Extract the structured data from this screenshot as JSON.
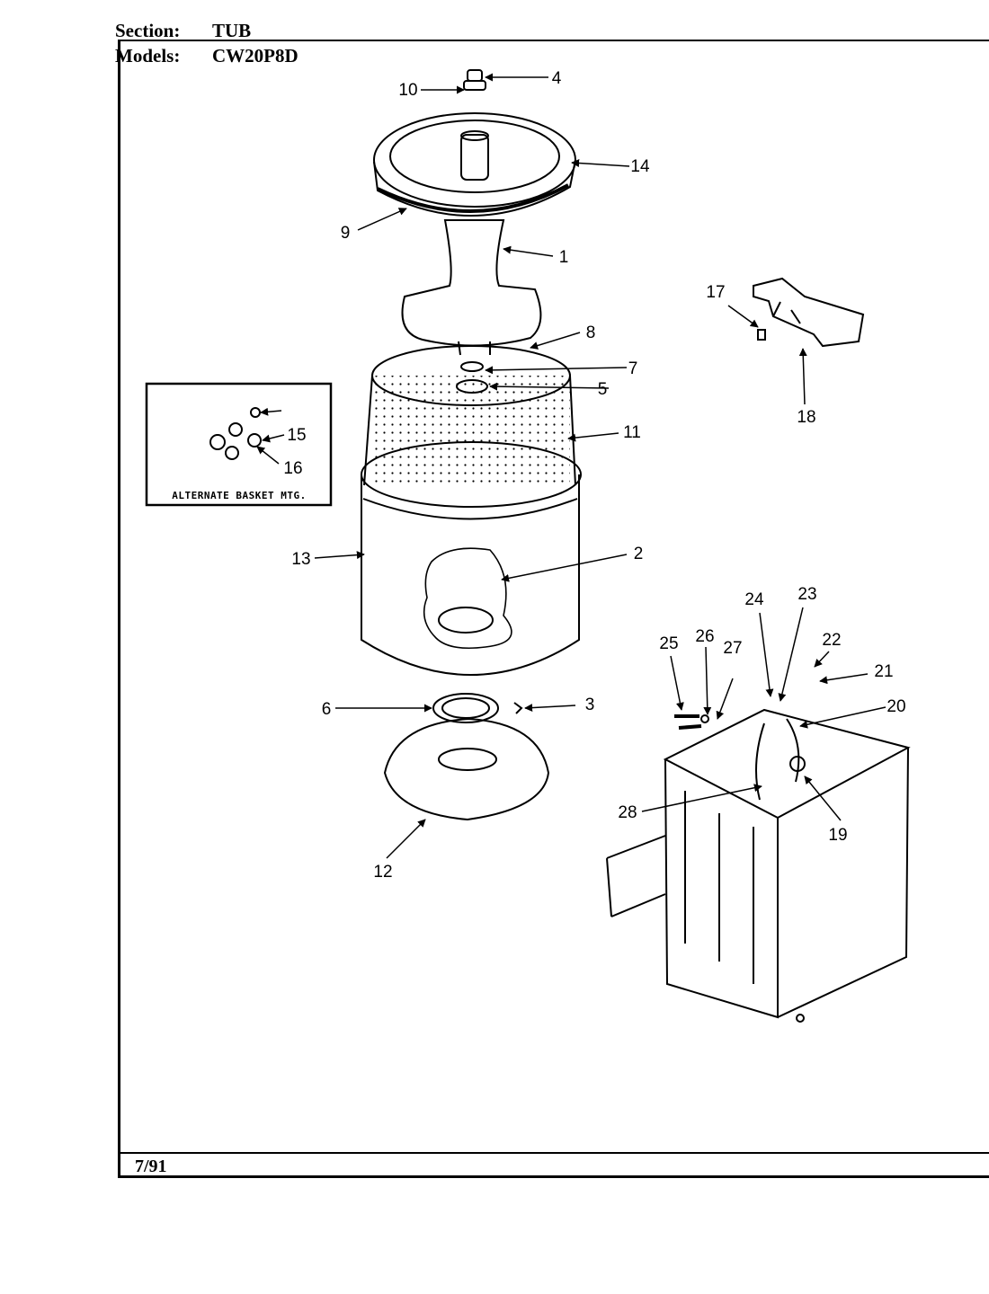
{
  "header": {
    "section_label": "Section:",
    "section_value": "TUB",
    "models_label": "Models:",
    "models_value": "CW20P8D"
  },
  "footer": {
    "date": "7/91"
  },
  "inset": {
    "caption": "ALTERNATE BASKET MTG."
  },
  "callouts": [
    "1",
    "2",
    "3",
    "4",
    "5",
    "6",
    "7",
    "8",
    "9",
    "10",
    "11",
    "12",
    "13",
    "14",
    "15",
    "16",
    "17",
    "18",
    "19",
    "20",
    "21",
    "22",
    "23",
    "24",
    "25",
    "26",
    "27",
    "28"
  ]
}
